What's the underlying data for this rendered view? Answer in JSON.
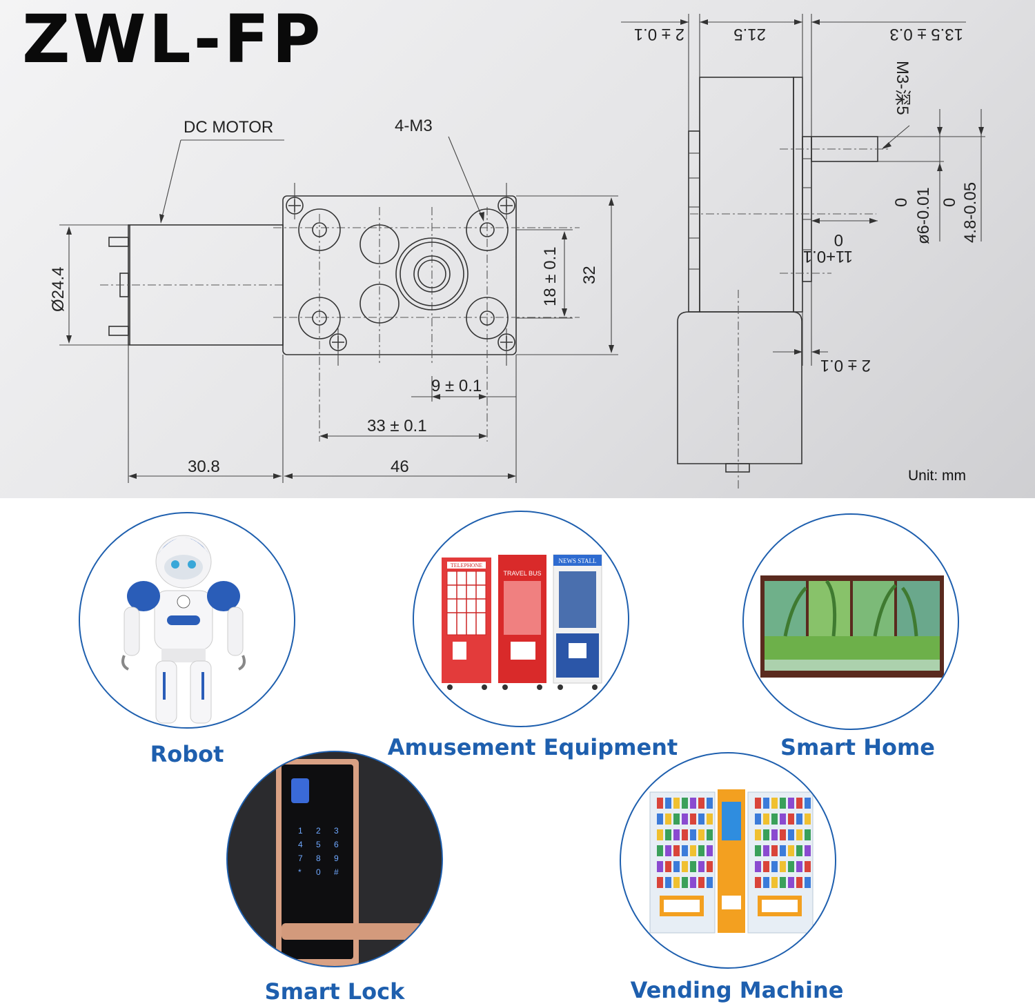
{
  "title": "ZWL-FP",
  "labels": {
    "dc_motor": "DC MOTOR",
    "holes": "4-M3",
    "dia_motor": "Ø24.4",
    "dim_18": "18 ± 0.1",
    "dim_32": "32",
    "dim_9": "9 ± 0.1",
    "dim_33": "33 ± 0.1",
    "dim_308": "30.8",
    "dim_46": "46",
    "top_2": "2 ± 0.1",
    "top_215": "21.5",
    "top_135": "13.5 ± 0.3",
    "thread": "M3-深5",
    "shaft6": "ø6-0.01",
    "shaft6_zero": "0",
    "shaft48": "4.8-0.05",
    "shaft48_zero": "0",
    "dim_11": "11+0.1",
    "dim_11_zero": "0",
    "bottom_2": "2 ± 0.1",
    "unit": "Unit: mm"
  },
  "applications": [
    {
      "label": "Robot",
      "icon": "robot-icon"
    },
    {
      "label": "Amusement Equipment",
      "icon": "arcade-machine-icon"
    },
    {
      "label": "Smart Home",
      "icon": "window-icon"
    },
    {
      "label": "Smart Lock",
      "icon": "door-lock-icon"
    },
    {
      "label": "Vending Machine",
      "icon": "vending-machine-icon"
    }
  ],
  "lock_keys": [
    "1",
    "2",
    "3",
    "4",
    "5",
    "6",
    "7",
    "8",
    "9",
    "*",
    "0",
    "#"
  ],
  "sign_texts": {
    "telephone": "TELEPHONE",
    "travel_bus": "TRAVEL BUS",
    "news_stall": "NEWS STALL"
  },
  "colors": {
    "accent": "#1e5fae",
    "title": "#0a0a0a"
  }
}
